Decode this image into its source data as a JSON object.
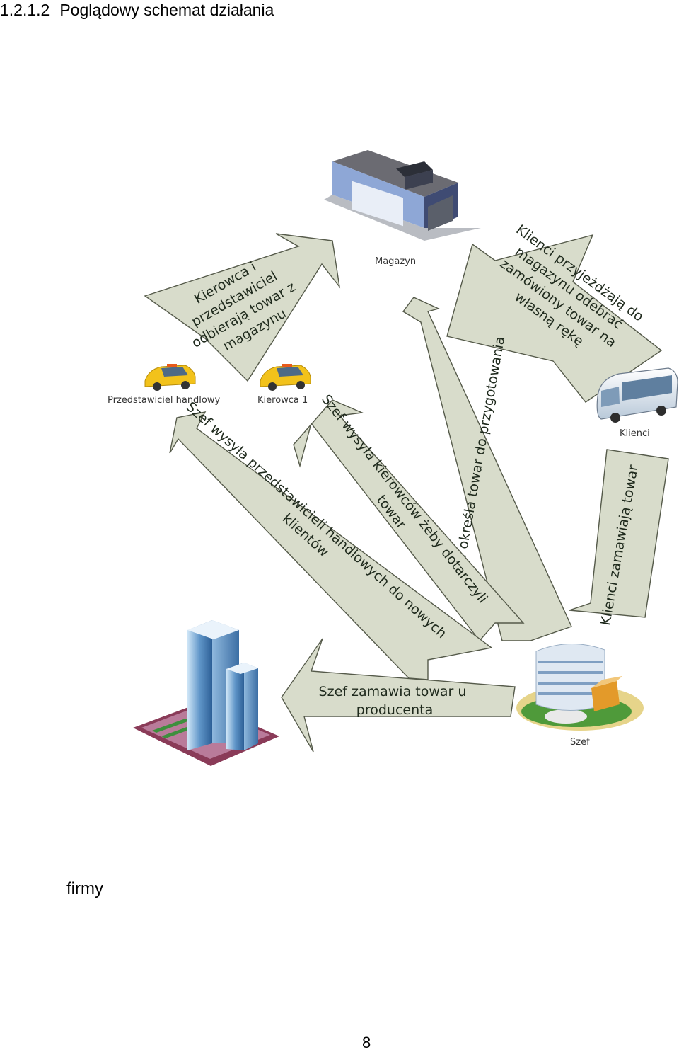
{
  "heading": {
    "number": "1.2.1.2",
    "title": "Poglądowy schemat działania"
  },
  "nodes": {
    "warehouse": "Magazyn",
    "sales_rep": "Przedstawiciel handlowy",
    "driver": "Kierowca 1",
    "clients": "Klienci",
    "boss": "Szef"
  },
  "arrows": {
    "pickup": [
      "Kierowca i",
      "przedstawiciel",
      "odbierają towar z",
      "magazynu"
    ],
    "clients_pickup": [
      "Klienci przyjeżdżają do",
      "magazynu odebrać",
      "zamówiony towar na",
      "własną rękę"
    ],
    "boss_prepares": [
      "Szef określa towar do przygotowania"
    ],
    "boss_drivers": [
      "Szef wysyła kierowców żeby dotarczyli",
      "towar"
    ],
    "boss_reps": [
      "Szef wysyła przedstawicieli handlowych do nowych",
      "klientów"
    ],
    "clients_order": [
      "Klienci zamawiają towar"
    ],
    "boss_orders": [
      "Szef zamawia towar u",
      "producenta"
    ]
  },
  "caption": "firmy",
  "page_number": "8"
}
